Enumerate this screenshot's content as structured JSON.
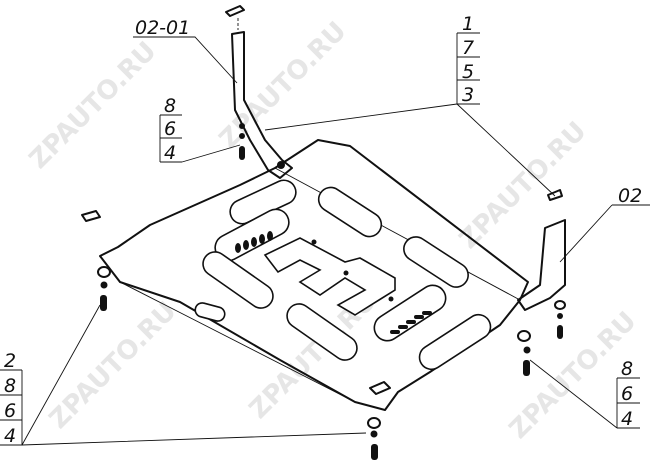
{
  "watermark": "ZPAUTO.RU",
  "callouts": {
    "bracket_left": "02-01",
    "bracket_right": "02",
    "top_stack": [
      "1",
      "7",
      "5",
      "3"
    ],
    "left_mid_stack": [
      "8",
      "6",
      "4"
    ],
    "bottom_left_stack": [
      "2",
      "8",
      "6",
      "4"
    ],
    "bottom_right_stack": [
      "8",
      "6",
      "4"
    ]
  }
}
